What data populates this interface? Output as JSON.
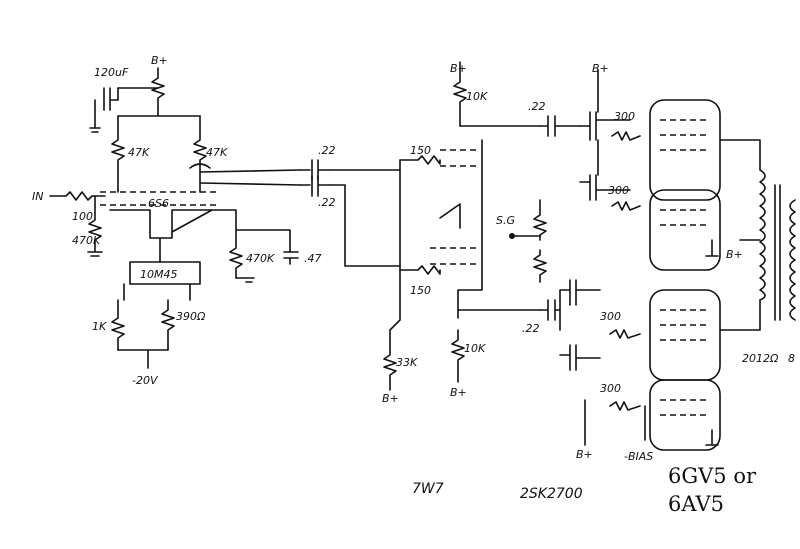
{
  "labels": {
    "cap_120uf": "120uF",
    "bplus_top_left": "B+",
    "r_47k_left": "47K",
    "r_47k_right": "47K",
    "input": "IN",
    "r_100": "100",
    "r_470k_in": "470K",
    "tube_6s6": "6S6",
    "ic_10m45": "10M45",
    "r_1k": "1K",
    "r_390": "390Ω",
    "neg_20v": "-20V",
    "r_470k_cath": "470K",
    "cap_47": ".47",
    "cap_22_a": ".22",
    "cap_22_b": ".22",
    "bplus_mid_top": "B+",
    "r_10k_top": "10K",
    "r_150_top": "150",
    "r_150_bot": "150",
    "r_10k_bot": "10K",
    "r_33k": "33K",
    "bplus_33k": "B+",
    "bplus_10k_bot": "B+",
    "sg": "S.G",
    "cap_22_c": ".22",
    "cap_22_d": ".22",
    "bplus_mosfet_top": "B+",
    "r_300_1": "300",
    "r_300_2": "300",
    "r_300_3": "300",
    "r_300_4": "300",
    "bplus_mosfet_bot": "B+",
    "bias": "-BIAS",
    "bplus_output": "B+",
    "r_2012": "2012Ω",
    "r_8": "8",
    "note_7w7": "7W7",
    "note_2sk2700": "2SK2700",
    "tube_line1": "6GV5 or",
    "tube_line2": "6AV5"
  }
}
